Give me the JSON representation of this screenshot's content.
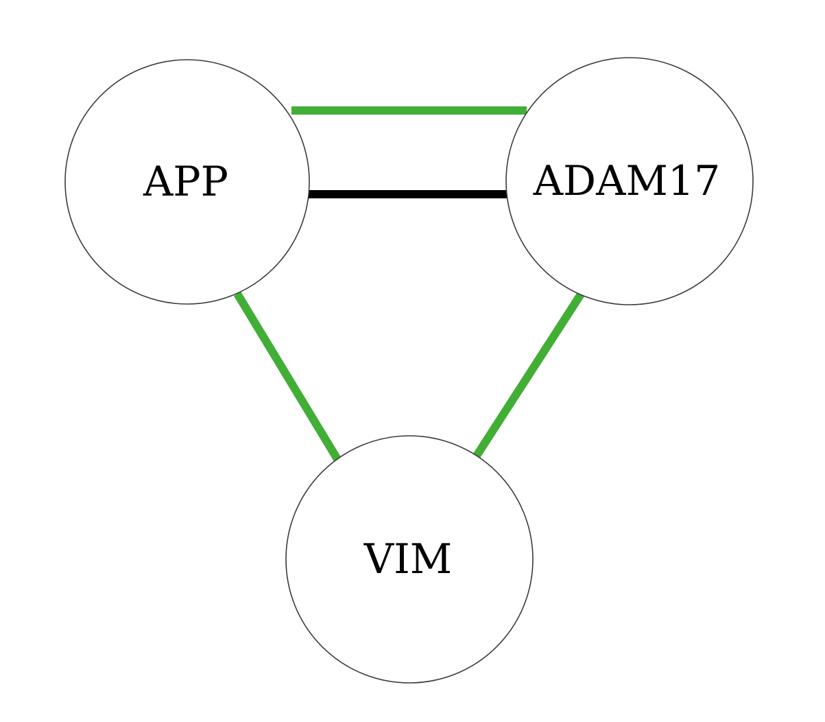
{
  "diagram": {
    "nodes": [
      {
        "id": "app",
        "label": "APP"
      },
      {
        "id": "adam17",
        "label": "ADAM17"
      },
      {
        "id": "vim",
        "label": "VIM"
      }
    ],
    "edges": [
      {
        "from": "app",
        "to": "adam17",
        "color": "#41ae35"
      },
      {
        "from": "app",
        "to": "adam17",
        "color": "#000000"
      },
      {
        "from": "app",
        "to": "vim",
        "color": "#41ae35"
      },
      {
        "from": "adam17",
        "to": "vim",
        "color": "#41ae35"
      }
    ]
  }
}
